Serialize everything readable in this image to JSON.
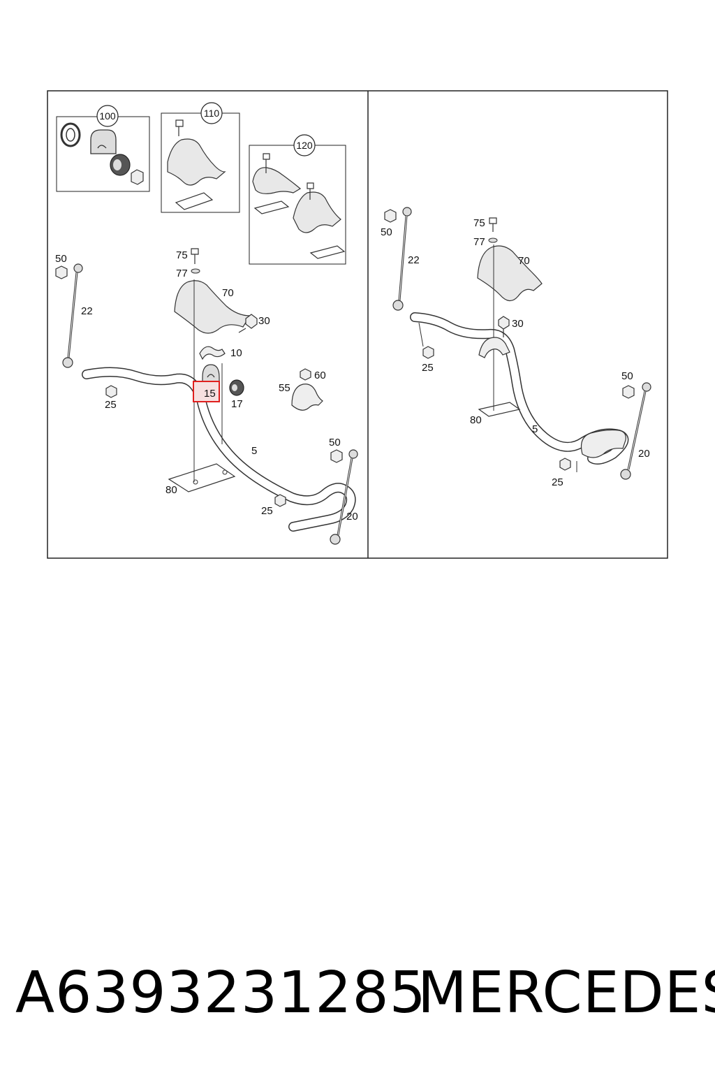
{
  "diagram": {
    "left_panel": {
      "group_callouts": [
        "100",
        "110",
        "120"
      ],
      "part_labels": {
        "p50": "50",
        "p22": "22",
        "p75": "75",
        "p77": "77",
        "p70": "70",
        "p30": "30",
        "p10": "10",
        "p15": "15",
        "p17": "17",
        "p55": "55",
        "p60": "60",
        "p25a": "25",
        "p5": "5",
        "p80": "80",
        "p25b": "25",
        "p50b": "50",
        "p20": "20"
      },
      "highlighted_part": "15",
      "highlight_color": "#e0201e"
    },
    "right_panel": {
      "part_labels": {
        "p50": "50",
        "p22": "22",
        "p75": "75",
        "p77": "77",
        "p70": "70",
        "p30": "30",
        "p25a": "25",
        "p80": "80",
        "p5": "5",
        "p50b": "50",
        "p20": "20",
        "p25b": "25"
      }
    }
  },
  "caption": {
    "part_number": "A6393231285",
    "brand": "MERCEDES"
  }
}
